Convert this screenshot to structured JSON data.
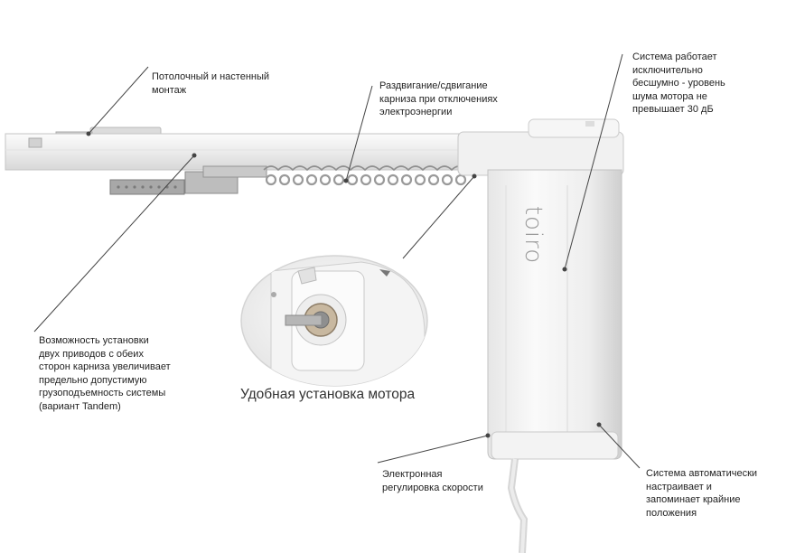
{
  "brand": "toiro",
  "callouts": {
    "mount": "Потолочный и настенный\nмонтаж",
    "manual": "Раздвигание/сдвигание\nкарниза при отключениях\nэлектроэнергии",
    "silent": "Система работает\nисключительно\nбесшумно - уровень\nшума мотора не\nпревышает 30 дБ",
    "tandem": "Возможность установки\nдвух приводов с обеих\nсторон карниза увеличивает\nпредельно допустимую\nгрузоподъемность системы\n(вариант Tandem)",
    "speed": "Электронная\nрегулировка скорости",
    "limits": "Система автоматически\nнастраивает и\nзапоминает крайние\nположения"
  },
  "caption": "Удобная установка мотора"
}
